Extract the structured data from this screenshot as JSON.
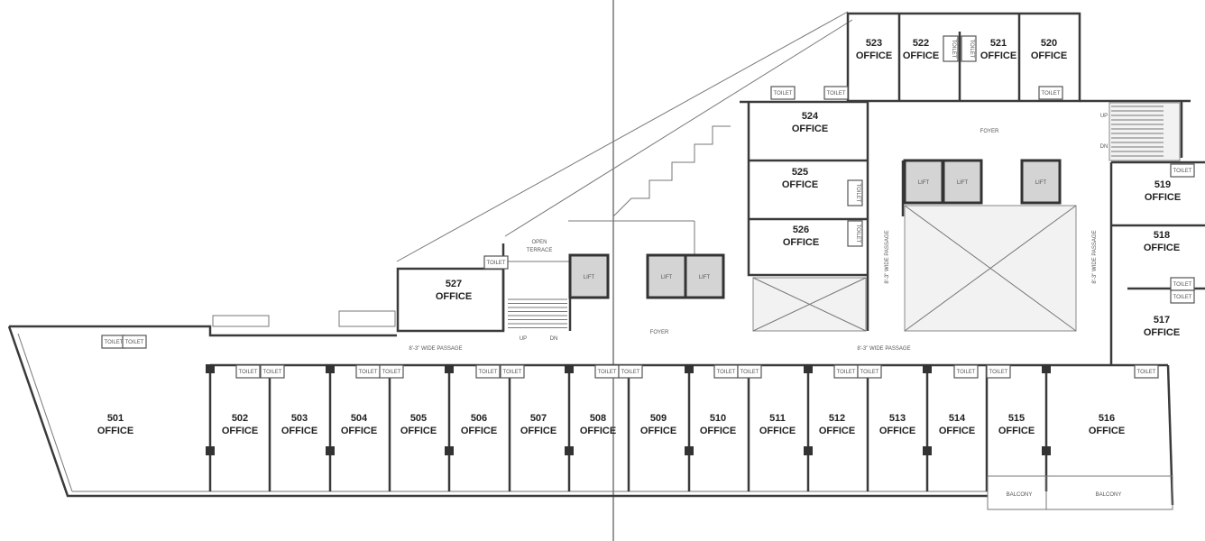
{
  "plan": {
    "offices": [
      {
        "number": "501",
        "label": "OFFICE"
      },
      {
        "number": "502",
        "label": "OFFICE"
      },
      {
        "number": "503",
        "label": "OFFICE"
      },
      {
        "number": "504",
        "label": "OFFICE"
      },
      {
        "number": "505",
        "label": "OFFICE"
      },
      {
        "number": "506",
        "label": "OFFICE"
      },
      {
        "number": "507",
        "label": "OFFICE"
      },
      {
        "number": "508",
        "label": "OFFICE"
      },
      {
        "number": "509",
        "label": "OFFICE"
      },
      {
        "number": "510",
        "label": "OFFICE"
      },
      {
        "number": "511",
        "label": "OFFICE"
      },
      {
        "number": "512",
        "label": "OFFICE"
      },
      {
        "number": "513",
        "label": "OFFICE"
      },
      {
        "number": "514",
        "label": "OFFICE"
      },
      {
        "number": "515",
        "label": "OFFICE"
      },
      {
        "number": "516",
        "label": "OFFICE"
      },
      {
        "number": "517",
        "label": "OFFICE"
      },
      {
        "number": "518",
        "label": "OFFICE"
      },
      {
        "number": "519",
        "label": "OFFICE"
      },
      {
        "number": "520",
        "label": "OFFICE"
      },
      {
        "number": "521",
        "label": "OFFICE"
      },
      {
        "number": "522",
        "label": "OFFICE"
      },
      {
        "number": "523",
        "label": "OFFICE"
      },
      {
        "number": "524",
        "label": "OFFICE"
      },
      {
        "number": "525",
        "label": "OFFICE"
      },
      {
        "number": "526",
        "label": "OFFICE"
      },
      {
        "number": "527",
        "label": "OFFICE"
      }
    ],
    "toilet_label": "TOILET",
    "lift_label": "LIFT",
    "foyer_label": "FOYER",
    "passage_label": "8'-3\" WIDE PASSAGE",
    "open_terrace": [
      "OPEN",
      "TERRACE"
    ],
    "balcony_label": "BALCONY",
    "stair_up": "UP",
    "stair_down": "DN"
  }
}
